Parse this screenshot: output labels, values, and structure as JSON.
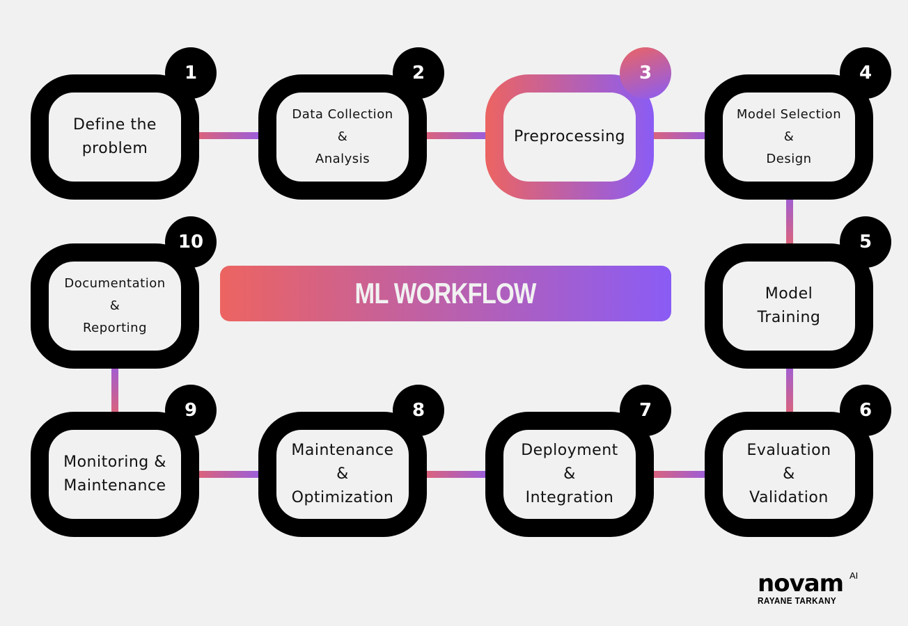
{
  "title": "ML WORKFLOW",
  "colors": {
    "gradient_start": "#ec6461",
    "gradient_end": "#8a5cf5",
    "node_border": "#000000",
    "background": "#f1f1f1"
  },
  "steps": [
    {
      "number": "1",
      "label": "Define the\nproblem"
    },
    {
      "number": "2",
      "label": "Data Collection\n&\nAnalysis"
    },
    {
      "number": "3",
      "label": "Preprocessing",
      "highlighted": true
    },
    {
      "number": "4",
      "label": "Model Selection\n&\nDesign"
    },
    {
      "number": "5",
      "label": "Model\nTraining"
    },
    {
      "number": "6",
      "label": "Evaluation\n&\nValidation"
    },
    {
      "number": "7",
      "label": "Deployment\n&\nIntegration"
    },
    {
      "number": "8",
      "label": "Maintenance\n&\nOptimization"
    },
    {
      "number": "9",
      "label": "Monitoring &\nMaintenance"
    },
    {
      "number": "10",
      "label": "Documentation\n&\nReporting"
    }
  ],
  "brand": {
    "name": "novam",
    "suffix": "AI",
    "author": "RAYANE TARKANY"
  }
}
